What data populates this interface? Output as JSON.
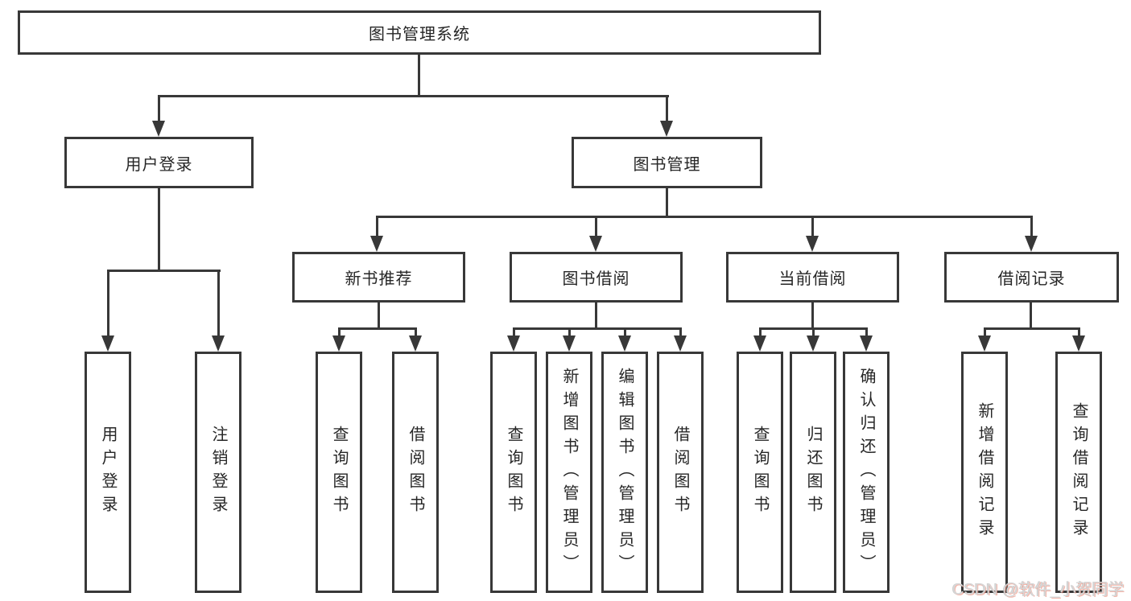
{
  "diagram": {
    "title": "图书管理系统",
    "root": {
      "label": "图书管理系统"
    },
    "level2": {
      "user_login": "用户登录",
      "book_mgmt": "图书管理"
    },
    "level3": {
      "new_books": "新书推荐",
      "book_borrow": "图书借阅",
      "current_borrow": "当前借阅",
      "borrow_records": "借阅记录"
    },
    "leaves": {
      "user": [
        "用户登录",
        "注销登录"
      ],
      "new_books": [
        "查询图书",
        "借阅图书"
      ],
      "book_borrow": [
        "查询图书",
        "新增图书（管理员）",
        "编辑图书（管理员）",
        "借阅图书"
      ],
      "current_borrow": [
        "查询图书",
        "归还图书",
        "确认归还（管理员）"
      ],
      "borrow_records": [
        "新增借阅记录",
        "查询借阅记录"
      ]
    },
    "colors": {
      "line": "#383838",
      "background": "#ffffff",
      "text": "#262626",
      "watermark": "#d6d6d6",
      "watermark_tint": "#ef8f7c"
    }
  },
  "watermark": {
    "text": "CSDN @软件_小贺同学"
  }
}
